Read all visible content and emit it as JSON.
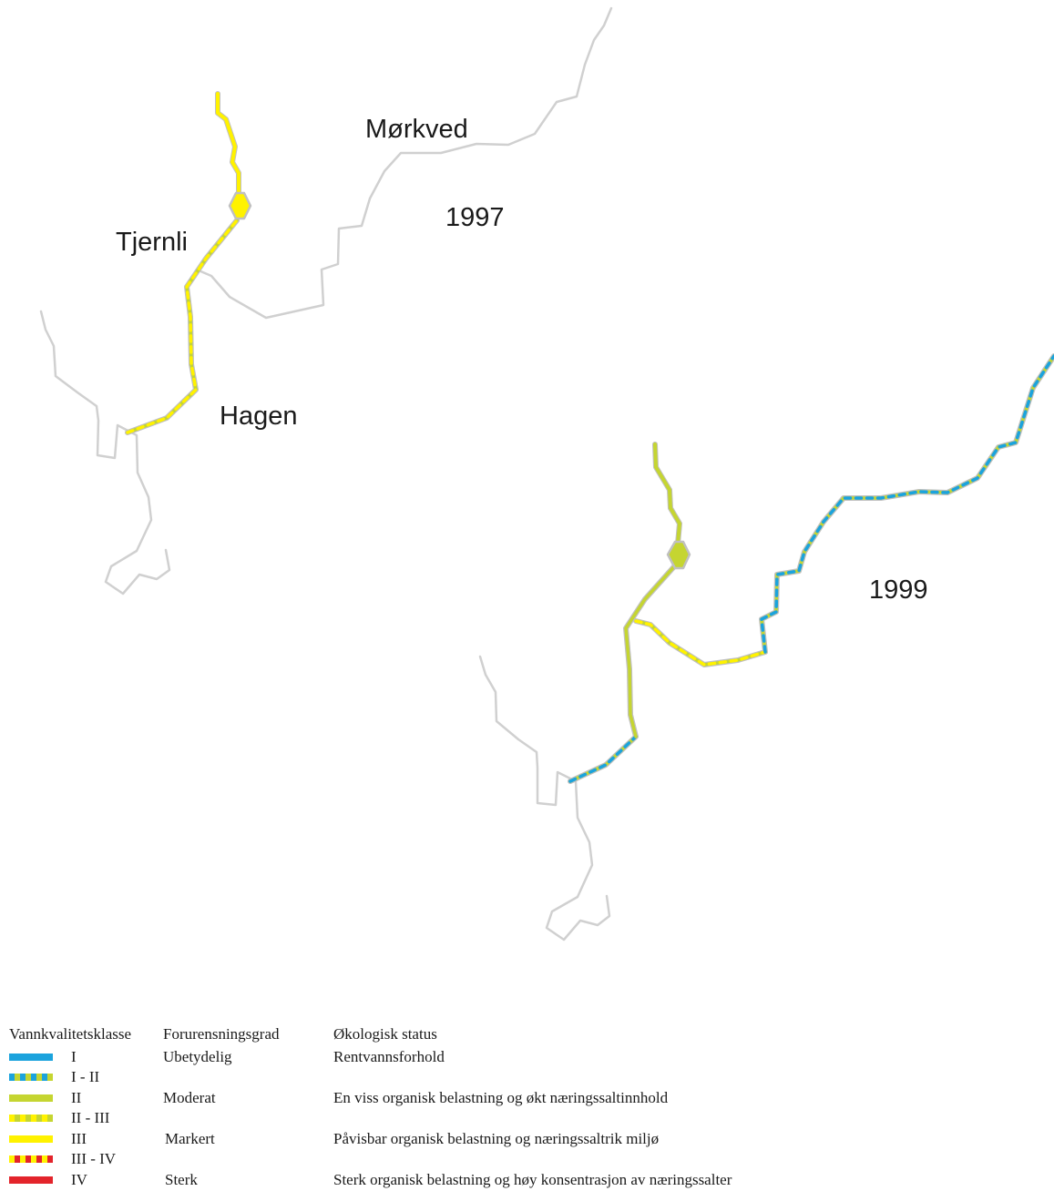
{
  "labels": {
    "morkved": "Mørkved",
    "tjernli": "Tjernli",
    "hagen": "Hagen",
    "year_1997": "1997",
    "year_1999": "1999"
  },
  "colors": {
    "class_I": "#1ba3dd",
    "class_II": "#c5d531",
    "class_III": "#fff200",
    "class_IV": "#e3242b",
    "streams": "#d0d0d0"
  },
  "legend": {
    "headers": {
      "class": "Vannkvalitetsklasse",
      "pollution": "Forurensningsgrad",
      "status": "Økologisk status"
    },
    "rows": [
      {
        "class": "I",
        "pollution": "Ubetydelig",
        "status": "Rentvannsforhold",
        "swatch": "solid",
        "colors": [
          "#1ba3dd"
        ]
      },
      {
        "class": "I - II",
        "pollution": "",
        "status": "",
        "swatch": "dashed",
        "colors": [
          "#1ba3dd",
          "#c5d531"
        ]
      },
      {
        "class": "II",
        "pollution": "Moderat",
        "status": "En viss organisk belastning og økt næringssaltinnhold",
        "swatch": "solid",
        "colors": [
          "#c5d531"
        ]
      },
      {
        "class": "II - III",
        "pollution": "",
        "status": "",
        "swatch": "dashed",
        "colors": [
          "#fff200",
          "#c5d531"
        ]
      },
      {
        "class": "III",
        "pollution": "Markert",
        "status": "Påvisbar organisk belastning og næringssaltrik miljø",
        "swatch": "solid",
        "colors": [
          "#fff200"
        ]
      },
      {
        "class": "III - IV",
        "pollution": "",
        "status": "",
        "swatch": "dashed",
        "colors": [
          "#fff200",
          "#e3242b"
        ]
      },
      {
        "class": "IV",
        "pollution": "Sterk",
        "status": "Sterk organisk belastning og høy konsentrasjon av næringssalter",
        "swatch": "solid",
        "colors": [
          "#e3242b"
        ]
      }
    ]
  }
}
